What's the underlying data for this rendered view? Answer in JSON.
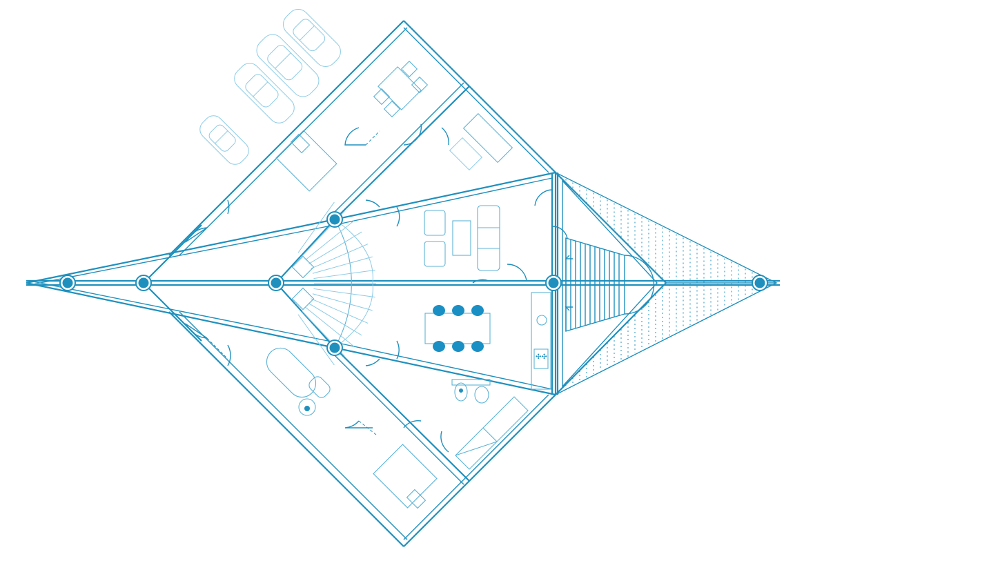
{
  "drawing": {
    "type": "architectural floor plan",
    "colors": {
      "wall": "#1f90bd",
      "furniture": "#5cb3d6",
      "furniture_light": "#8ccbe5",
      "column_fill": "#1f90bd",
      "dining_chairs": "#1a8fc4",
      "background": "#ffffff"
    },
    "counts": {
      "columns": 7,
      "parked_cars": 4,
      "dining_chairs": 6,
      "bedrooms": 2,
      "sofas": 2
    }
  }
}
